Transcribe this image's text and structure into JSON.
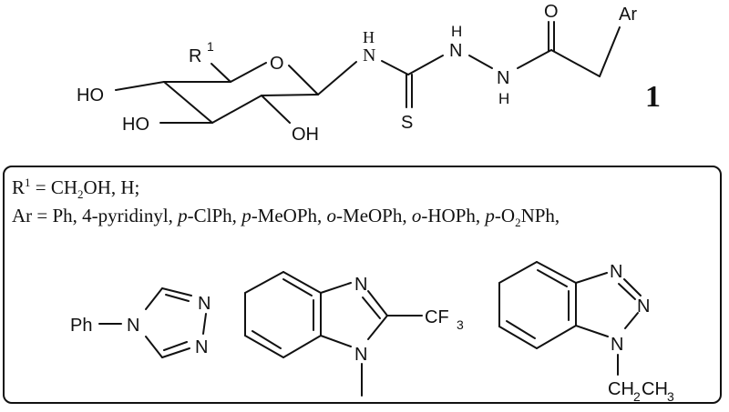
{
  "compound": {
    "label": "1",
    "atoms": {
      "r1": "R",
      "r1_sup": "1",
      "ring_o": "O",
      "ho_c4": "HO",
      "ho_c3": "HO",
      "oh_c2": "OH",
      "nh1_h": "H",
      "nh1_n": "N",
      "s": "S",
      "nh2_h": "H",
      "nh2_n": "N",
      "nh3_n": "N",
      "nh3_h": "H",
      "carbonyl_o": "O",
      "ar": "Ar"
    }
  },
  "definitions": {
    "r1_line": {
      "prefix": "R",
      "sup": "1",
      "text": " = CH",
      "sub": "2",
      "rest": "OH,  H;"
    },
    "ar_line": {
      "prefix": "Ar = Ph, 4-pyridinyl, ",
      "items": [
        {
          "italic": "p",
          "text": "-ClPh, "
        },
        {
          "italic": "p",
          "text": "-MeOPh, "
        },
        {
          "italic": "o",
          "text": "-MeOPh, "
        },
        {
          "italic": "o",
          "text": "-HOPh, "
        },
        {
          "italic": "p",
          "text": "-O",
          "sub": "2",
          "after": "NPh,"
        }
      ]
    }
  },
  "substituents": [
    {
      "name": "4-phenyl-1,2,4-triazol-3-yl",
      "atoms": {
        "ph": "Ph",
        "n4": "N",
        "n1": "N",
        "n2": "N"
      }
    },
    {
      "name": "1-methyl-2-trifluoromethyl-benzimidazolyl",
      "atoms": {
        "n3": "N",
        "n1": "N",
        "cf": "CF",
        "cf_sub": "3"
      }
    },
    {
      "name": "1-ethyl-benzotriazolyl",
      "atoms": {
        "n3": "N",
        "n2": "N",
        "n1": "N",
        "ch2": "CH",
        "ch2_sub": "2",
        "ch3": "CH",
        "ch3_sub": "3"
      }
    }
  ]
}
